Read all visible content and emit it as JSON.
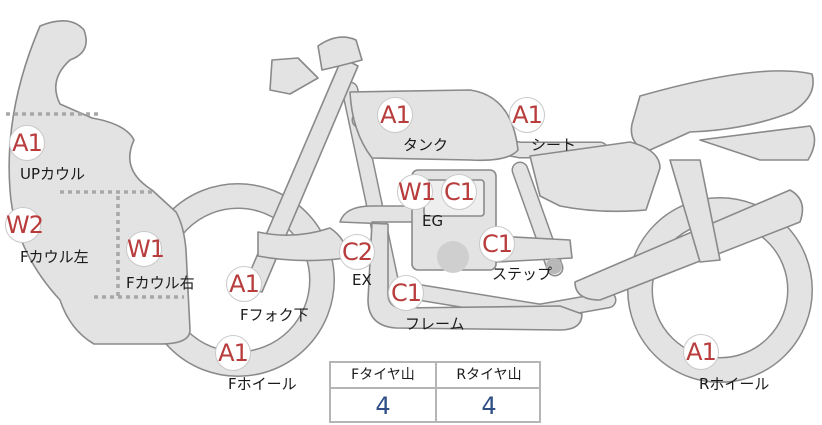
{
  "parts": [
    {
      "id": "up-cowl",
      "code": "A1",
      "label": "UPカウル"
    },
    {
      "id": "f-cowl-left",
      "code": "W2",
      "label": "Fカウル左"
    },
    {
      "id": "f-cowl-right",
      "code": "W1",
      "label": "Fカウル右"
    },
    {
      "id": "f-fork-lower",
      "code": "A1",
      "label": "Fフォク下"
    },
    {
      "id": "f-wheel",
      "code": "A1",
      "label": "Fホイール"
    },
    {
      "id": "tank",
      "code": "A1",
      "label": "タンク"
    },
    {
      "id": "seat",
      "code": "A1",
      "label": "シート"
    },
    {
      "id": "engine",
      "codes": [
        "W1",
        "C1"
      ],
      "label": "EG"
    },
    {
      "id": "exhaust",
      "code": "C2",
      "label": "EX"
    },
    {
      "id": "frame",
      "code": "C1",
      "label": "フレーム"
    },
    {
      "id": "step",
      "code": "C1",
      "label": "ステップ"
    },
    {
      "id": "r-wheel",
      "code": "A1",
      "label": "Rホイール"
    }
  ],
  "tire_table": {
    "front_label": "Fタイヤ山",
    "front_value": "4",
    "rear_label": "Rタイヤ山",
    "rear_value": "4"
  },
  "colors": {
    "part_fill": "#e3e3e3",
    "part_outline": "#8a8a8a",
    "code_text": "#b83c3c",
    "table_value": "#2f4f86"
  }
}
